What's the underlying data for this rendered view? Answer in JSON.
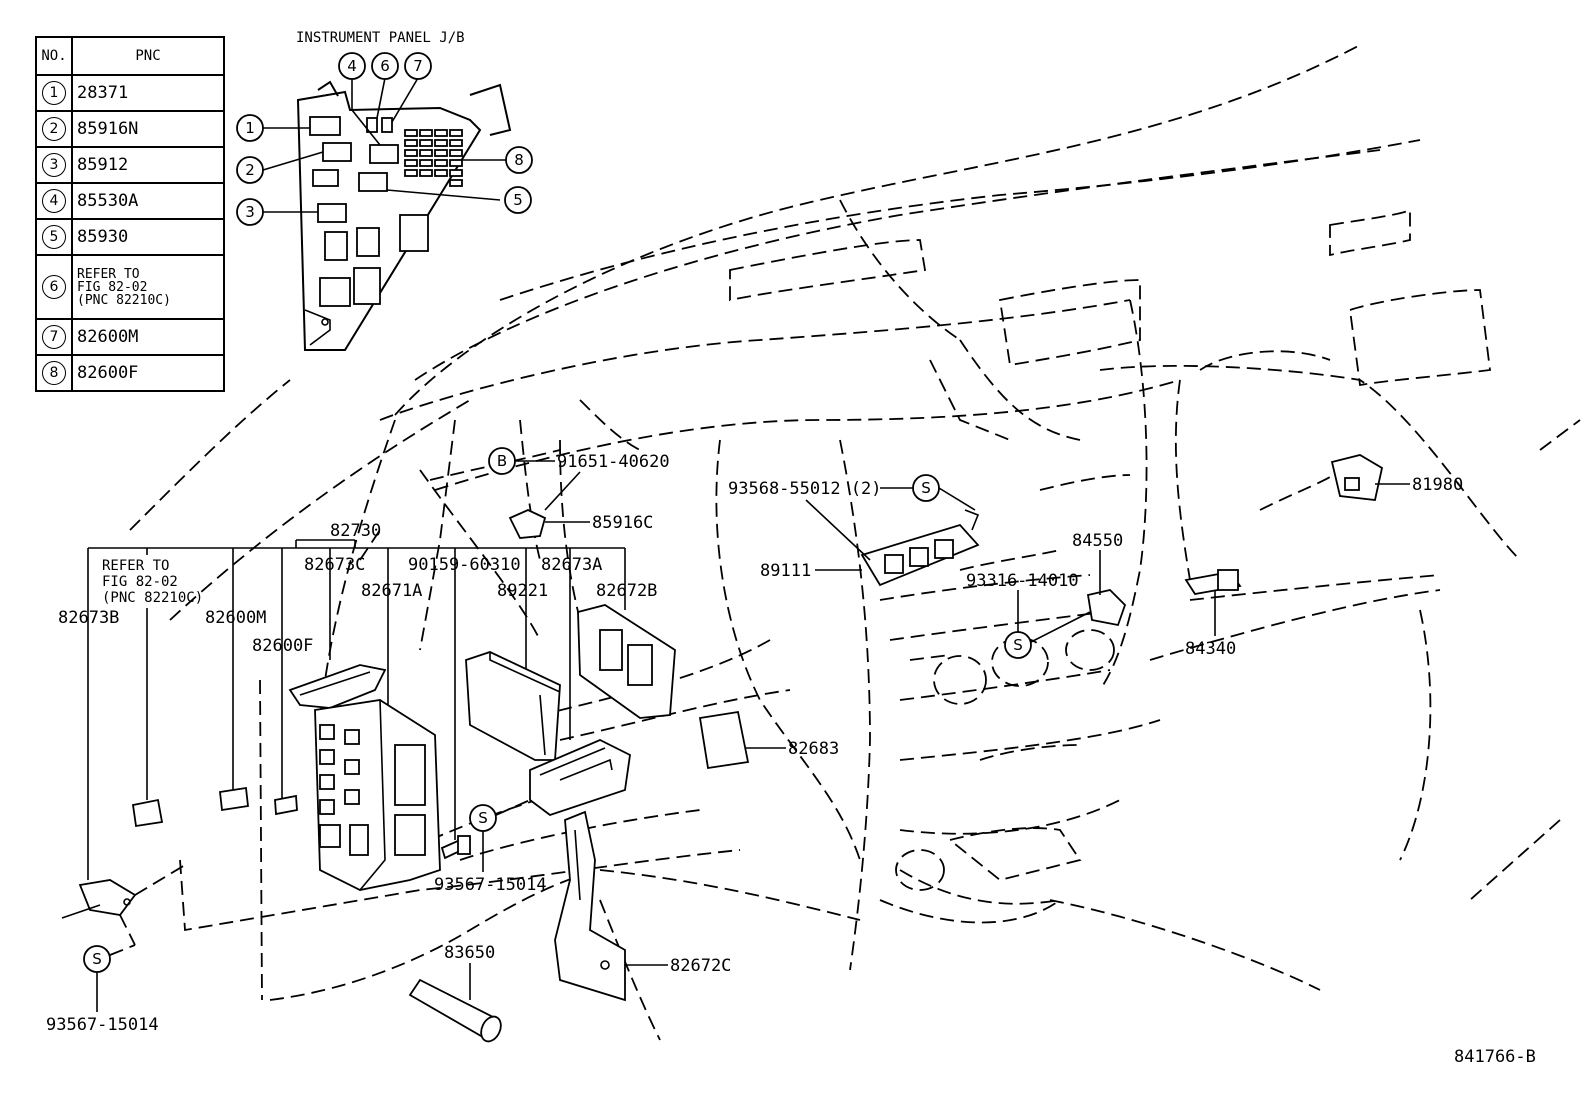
{
  "table": {
    "header": {
      "no": "NO.",
      "pnc": "PNC"
    },
    "rows": [
      {
        "no": "1",
        "pnc": "28371"
      },
      {
        "no": "2",
        "pnc": "85916N"
      },
      {
        "no": "3",
        "pnc": "85912"
      },
      {
        "no": "4",
        "pnc": "85530A"
      },
      {
        "no": "5",
        "pnc": "85930"
      },
      {
        "no": "6",
        "pnc_lines": [
          "REFER TO",
          "FIG 82-02",
          "(PNC 82210C)"
        ]
      },
      {
        "no": "7",
        "pnc": "82600M"
      },
      {
        "no": "8",
        "pnc": "82600F"
      }
    ]
  },
  "jb": {
    "title": "INSTRUMENT PANEL J/B",
    "callouts": [
      "1",
      "2",
      "3",
      "4",
      "5",
      "6",
      "7",
      "8"
    ]
  },
  "labels": {
    "refer_lines": [
      "REFER TO",
      "FIG 82-02",
      "(PNC 82210C)"
    ],
    "p82730": "82730",
    "p82673B": "82673B",
    "p82600M": "82600M",
    "p82600F": "82600F",
    "p82673C": "82673C",
    "p82671A": "82671A",
    "p90159": "90159-60310",
    "p89221": "89221",
    "p82673A": "82673A",
    "p82672B": "82672B",
    "p85916C": "85916C",
    "p91651": "91651-40620",
    "p93568": "93568-55012 (2)",
    "p89111": "89111",
    "p84550": "84550",
    "p93316": "93316-14010",
    "p84340": "84340",
    "p81980": "81980",
    "p82683": "82683",
    "p93567a": "93567-15014",
    "p93567b": "93567-15014",
    "p83650": "83650",
    "p82672C": "82672C",
    "fig_id": "841766-B"
  },
  "markers": {
    "bolt": "B",
    "screw": "S"
  }
}
